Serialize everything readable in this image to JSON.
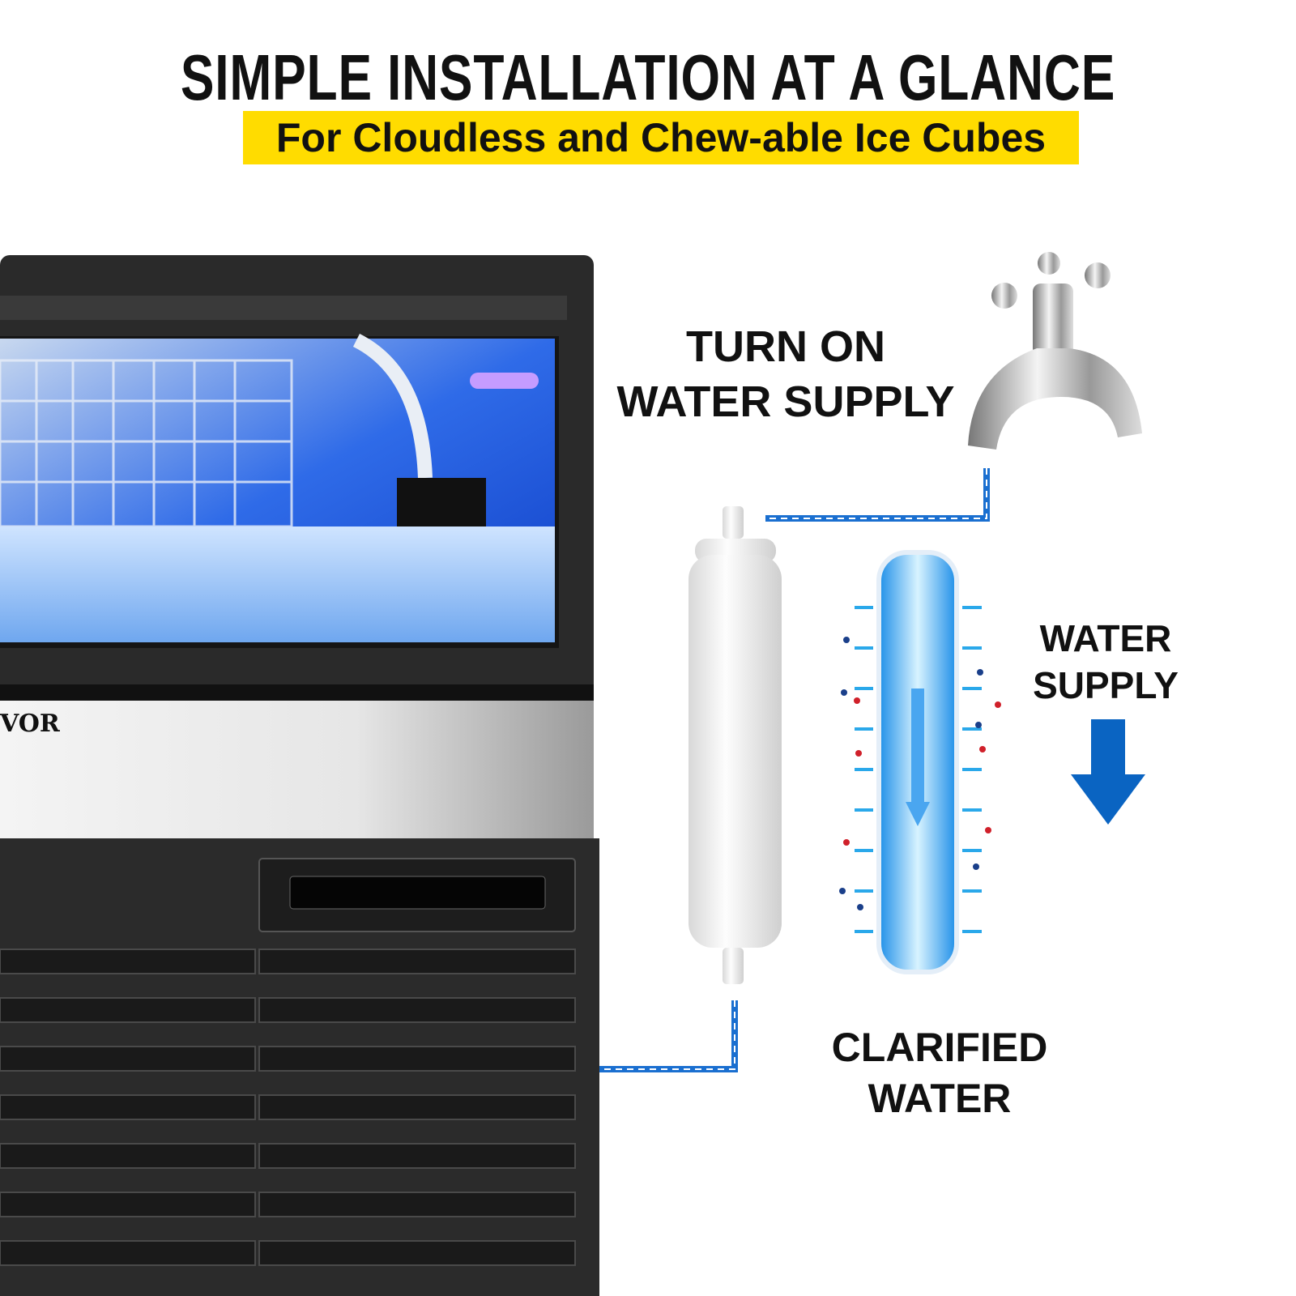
{
  "header": {
    "title": "SIMPLE INSTALLATION AT A GLANCE",
    "subtitle": "For Cloudless and Chew-able Ice Cubes"
  },
  "labels": {
    "turn_on_line1": "TURN ON",
    "turn_on_line2": "WATER SUPPLY",
    "water_supply_line1": "WATER",
    "water_supply_line2": "SUPPLY",
    "clarified_line1": "CLARIFIED",
    "clarified_line2": "WATER"
  },
  "machine": {
    "logo_text": "VOR"
  },
  "colors": {
    "banner": "#ffdc00",
    "pipe": "#1a6fd0",
    "arrow": "#0a64c2"
  }
}
